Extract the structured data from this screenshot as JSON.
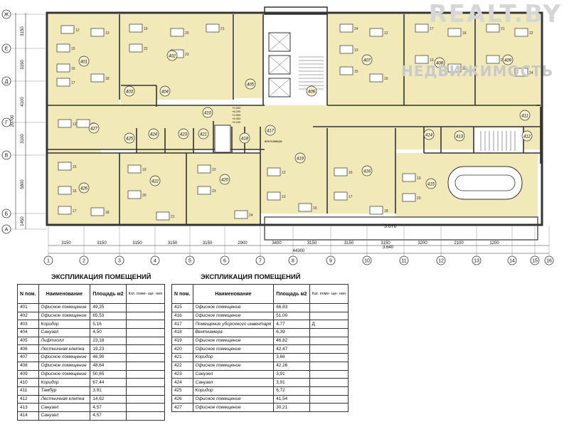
{
  "watermark": {
    "main": "REALT.BY",
    "sub": "НЕДВИЖИМОСТЬ"
  },
  "plan": {
    "rooms": [
      {
        "id": "401",
        "label": "401"
      },
      {
        "id": "402",
        "label": "402"
      },
      {
        "id": "403",
        "label": "403"
      },
      {
        "id": "404",
        "label": "404"
      },
      {
        "id": "405",
        "label": "405"
      },
      {
        "id": "406",
        "label": "406"
      },
      {
        "id": "407",
        "label": "407"
      },
      {
        "id": "408",
        "label": "408"
      },
      {
        "id": "409",
        "label": "409"
      },
      {
        "id": "410",
        "label": "410"
      },
      {
        "id": "411",
        "label": "411"
      },
      {
        "id": "412",
        "label": "412"
      },
      {
        "id": "413",
        "label": "413"
      },
      {
        "id": "414",
        "label": "414"
      },
      {
        "id": "415",
        "label": "415"
      },
      {
        "id": "416",
        "label": "416"
      },
      {
        "id": "417",
        "label": "417"
      },
      {
        "id": "418",
        "label": "418"
      },
      {
        "id": "419",
        "label": "419"
      },
      {
        "id": "420",
        "label": "420"
      },
      {
        "id": "421",
        "label": "421"
      },
      {
        "id": "422",
        "label": "422"
      },
      {
        "id": "423",
        "label": "423"
      },
      {
        "id": "424",
        "label": "424"
      },
      {
        "id": "425",
        "label": "425"
      },
      {
        "id": "426",
        "label": "426"
      },
      {
        "id": "427",
        "label": "427"
      }
    ],
    "row_axes": [
      "Ж",
      "Е",
      "Д",
      "Г",
      "В",
      "Б",
      "А"
    ],
    "row_dims": [
      "3150",
      "3150",
      "4100",
      "3100",
      "5800",
      "1450"
    ],
    "row_total": "20700",
    "col_axes": [
      "1",
      "2",
      "3",
      "4",
      "5",
      "6",
      "7",
      "8",
      "9",
      "10",
      "11",
      "12",
      "13",
      "14",
      "15",
      "16"
    ],
    "col_dims": [
      "3150",
      "3150",
      "3150",
      "3150",
      "3150",
      "2900",
      "3400",
      "3150",
      "3150",
      "3150",
      "3200",
      "2100",
      "1200"
    ],
    "col_total": "44300",
    "level_mark_1": "3.670",
    "level_mark_2": "3.640",
    "elevator_marks": [
      "+0.900",
      "+8.200",
      "+2.800",
      "+6.300",
      "+9.200"
    ],
    "furniture_nums": [
      "12",
      "13",
      "15",
      "16",
      "17",
      "18",
      "19",
      "20",
      "21",
      "22",
      "23",
      "24"
    ],
    "vent_label": "венткамера"
  },
  "tables": {
    "title": "ЭКСПЛИКАЦИЯ ПОМЕЩЕНИЙ",
    "headers": {
      "no": "N пом.",
      "name": "Наименование",
      "area": "Площадь м2",
      "cat": "Кат. поме- ще- ния"
    },
    "left": [
      {
        "no": "401",
        "name": "Офисное помещение",
        "area": "49,25",
        "cat": ""
      },
      {
        "no": "402",
        "name": "Офисное помещение",
        "area": "65,53",
        "cat": ""
      },
      {
        "no": "403",
        "name": "Коридор",
        "area": "5,16",
        "cat": ""
      },
      {
        "no": "404",
        "name": "Санузел",
        "area": "4,50",
        "cat": ""
      },
      {
        "no": "405",
        "name": "Лифтхолл",
        "area": "23,18",
        "cat": ""
      },
      {
        "no": "406",
        "name": "Лестничная клетка",
        "area": "19,23",
        "cat": ""
      },
      {
        "no": "407",
        "name": "Офисное помещение",
        "area": "46,90",
        "cat": ""
      },
      {
        "no": "408",
        "name": "Офисное помещение",
        "area": "48,64",
        "cat": ""
      },
      {
        "no": "409",
        "name": "Офисное помещение",
        "area": "50,65",
        "cat": ""
      },
      {
        "no": "410",
        "name": "Коридор",
        "area": "67,44",
        "cat": ""
      },
      {
        "no": "411",
        "name": "Тамбур",
        "area": "3,91",
        "cat": ""
      },
      {
        "no": "412",
        "name": "Лестничная клетка",
        "area": "14,62",
        "cat": ""
      },
      {
        "no": "413",
        "name": "Санузел",
        "area": "4,57",
        "cat": ""
      },
      {
        "no": "414",
        "name": "Санузел",
        "area": "4,57",
        "cat": ""
      }
    ],
    "right": [
      {
        "no": "415",
        "name": "Офисное помещение",
        "area": "66,83",
        "cat": ""
      },
      {
        "no": "416",
        "name": "Офисное помещение",
        "area": "51,00",
        "cat": ""
      },
      {
        "no": "417",
        "name": "Помещение уборочного инвентаря",
        "area": "4,77",
        "cat": "Д"
      },
      {
        "no": "418",
        "name": "Венткамера",
        "area": "6,39",
        "cat": ""
      },
      {
        "no": "419",
        "name": "Офисное помещение",
        "area": "46,82",
        "cat": ""
      },
      {
        "no": "420",
        "name": "Офисное помещение",
        "area": "42,47",
        "cat": ""
      },
      {
        "no": "421",
        "name": "Коридор",
        "area": "3,66",
        "cat": ""
      },
      {
        "no": "422",
        "name": "Офисное помещение",
        "area": "42,26",
        "cat": ""
      },
      {
        "no": "423",
        "name": "Санузел",
        "area": "3,91",
        "cat": ""
      },
      {
        "no": "424",
        "name": "Санузел",
        "area": "3,91",
        "cat": ""
      },
      {
        "no": "425",
        "name": "Коридор",
        "area": "6,72",
        "cat": ""
      },
      {
        "no": "426",
        "name": "Офисное помещение",
        "area": "41,54",
        "cat": ""
      },
      {
        "no": "427",
        "name": "Офисное помещение",
        "area": "30,21",
        "cat": ""
      }
    ]
  }
}
